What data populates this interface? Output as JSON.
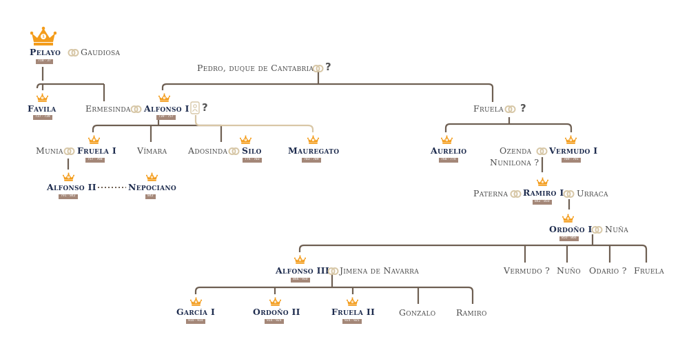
{
  "people": {
    "pelayo": {
      "name": "Pelayo",
      "dates": "718 - 37"
    },
    "gaudiosa": {
      "name": "Gaudiosa"
    },
    "pedro": {
      "name": "Pedro, duque de Cantabria"
    },
    "pedro_spouse": "?",
    "favila": {
      "name": "Favila",
      "dates": "737 - 739"
    },
    "ermesinda": {
      "name": "Ermesinda"
    },
    "alfonso1": {
      "name": "Alfonso I",
      "dates": "739 - 757"
    },
    "alfonso1_other": "?",
    "fruela": {
      "name": "Fruela"
    },
    "fruela_spouse": "?",
    "munia": {
      "name": "Munia"
    },
    "fruela1": {
      "name": "Fruela I",
      "dates": "757 - 768"
    },
    "vimara": {
      "name": "Vímara"
    },
    "adosinda": {
      "name": "Adosinda"
    },
    "silo": {
      "name": "Silo",
      "dates": "774 - 783"
    },
    "mauregato": {
      "name": "Mauregato",
      "dates": "783 - 789"
    },
    "aurelio": {
      "name": "Aurelio",
      "dates": "768 - 774"
    },
    "ozenda": {
      "name": "Ozenda"
    },
    "nunilona": {
      "name": "Nunilona ?"
    },
    "vermudo1": {
      "name": "Vermudo I",
      "dates": "789 - 791"
    },
    "alfonso2": {
      "name": "Alfonso II",
      "dates": "791 - 842"
    },
    "nepociano": {
      "name": "Nepociano",
      "dates": "842"
    },
    "paterna": {
      "name": "Paterna"
    },
    "ramiro1": {
      "name": "Ramiro I",
      "dates": "842 - 850"
    },
    "urraca": {
      "name": "Urraca"
    },
    "ordono1": {
      "name": "Ordoño I",
      "dates": "850 - 866"
    },
    "nuna": {
      "name": "Nuña"
    },
    "alfonso3": {
      "name": "Alfonso III",
      "dates": "866 - 910"
    },
    "jimena": {
      "name": "Jimena de Navarra"
    },
    "vermudo_q": {
      "name": "Vermudo ?"
    },
    "nuno": {
      "name": "Nuño"
    },
    "odario": {
      "name": "Odario ?"
    },
    "fruela_b": {
      "name": "Fruela"
    },
    "garcia1": {
      "name": "García I",
      "dates": "910 - 914"
    },
    "ordono2": {
      "name": "Ordoño II",
      "dates": "914 - 924"
    },
    "fruela2": {
      "name": "Fruela II",
      "dates": "924 - 925"
    },
    "gonzalo": {
      "name": "Gonzalo"
    },
    "ramiro": {
      "name": "Ramiro"
    }
  },
  "crowns": {
    "pelayo": "1",
    "favila": "2",
    "alfonso1": "3",
    "fruela1": "4",
    "aurelio": "5",
    "silo": "6",
    "mauregato": "7",
    "vermudo1": "8",
    "alfonso2": "9",
    "nepociano": "10",
    "ramiro1": "11",
    "ordono1": "12",
    "alfonso3": "13",
    "garcia1": "14",
    "ordono2": "15",
    "fruela2": "16"
  },
  "colors": {
    "crown": "#f39c1b",
    "king": "#1e2c4e",
    "line": "#6e5f52",
    "rings": "#d7c7a7",
    "date_badge": "#a48778"
  },
  "icons": [
    "crown-icon",
    "rings-icon",
    "nun-icon"
  ]
}
